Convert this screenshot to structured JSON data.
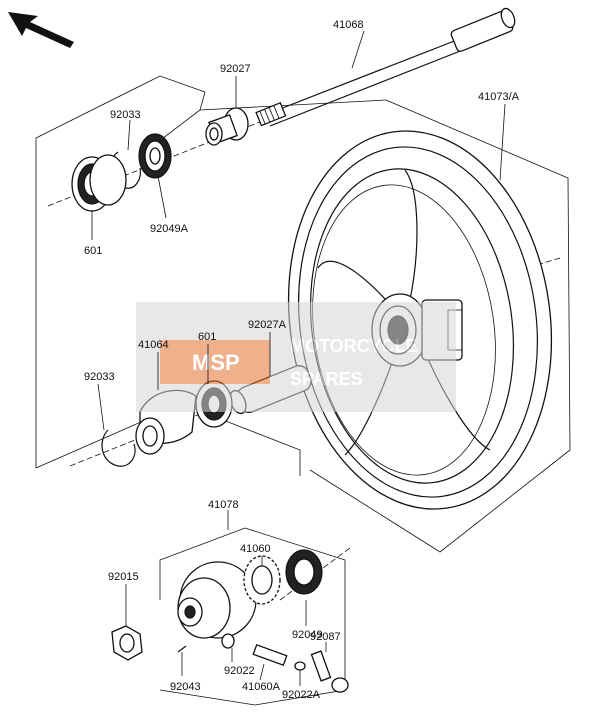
{
  "watermark": {
    "logo_text": "MSP",
    "text_line1": "MOTORCYCLE",
    "text_line2": "SPARES",
    "badge_color": "#e2702f"
  },
  "arrow_icon": "front-direction-arrow",
  "labels": {
    "axle": "41068",
    "collar_top": "92027",
    "circlip_top": "92033",
    "seal_top": "92049A",
    "bearing_top": "601",
    "wheel": "41073/A",
    "spacer": "92027A",
    "flange": "41064",
    "bearing_mid": "601",
    "circlip_mid": "92033",
    "assembly": "41078",
    "nut": "92015",
    "gear": "41060",
    "seal_bottom": "92049",
    "bolt": "92087",
    "washer": "92022",
    "pin": "92043",
    "drive": "41060A",
    "washer_b": "92022A"
  }
}
